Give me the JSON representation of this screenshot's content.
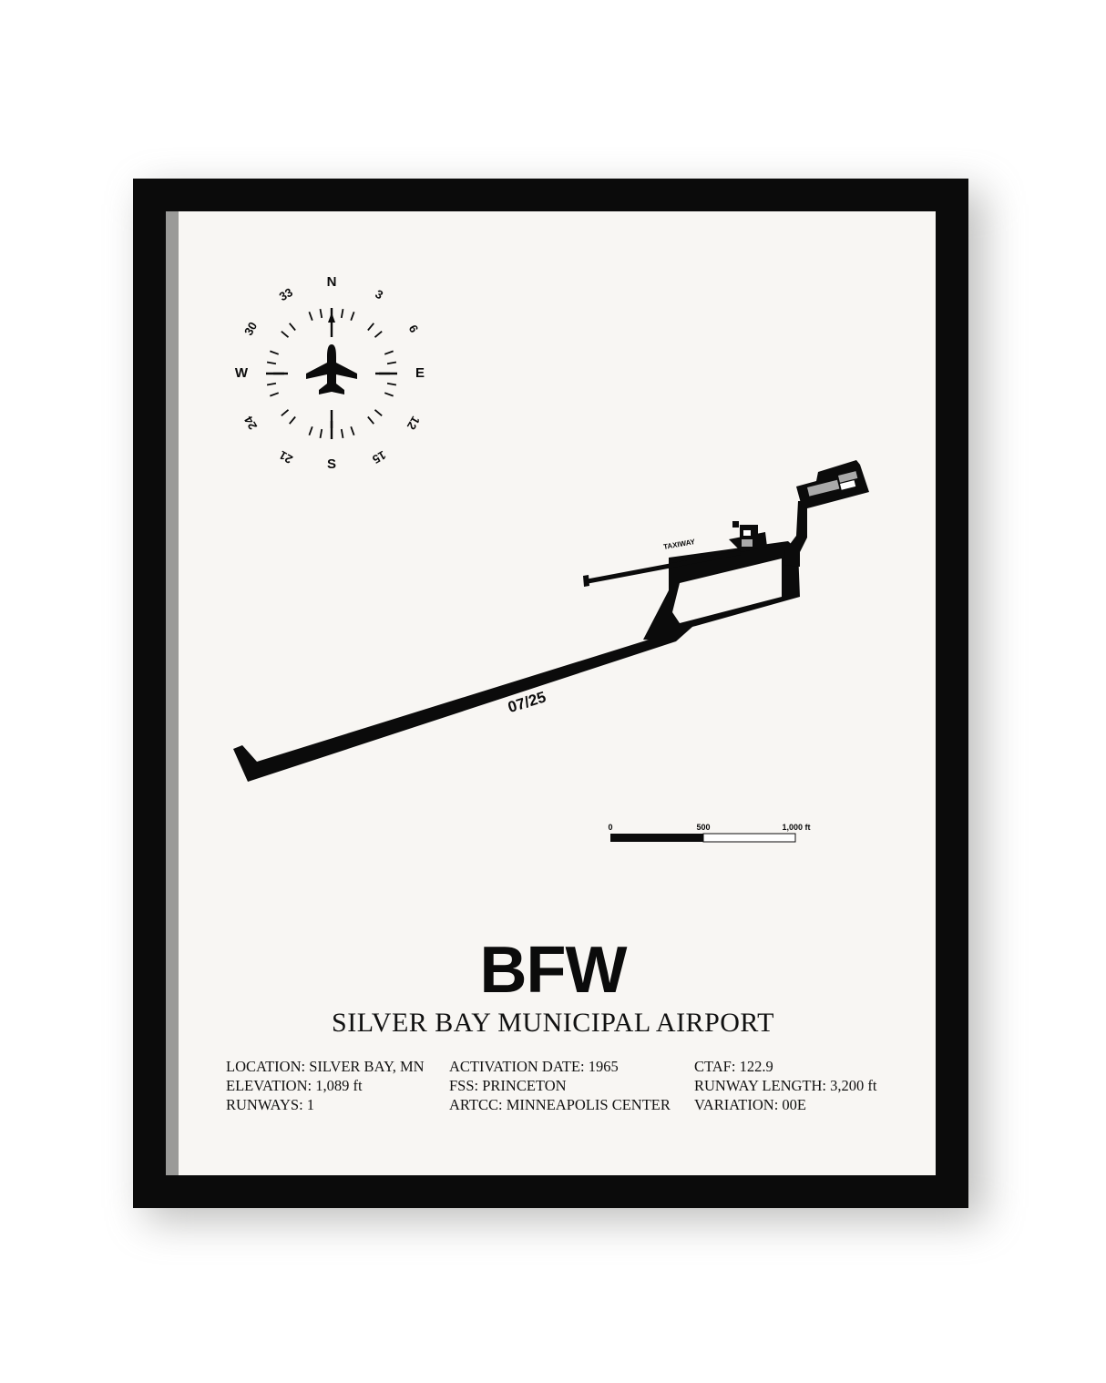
{
  "airport": {
    "code": "BFW",
    "name": "SILVER BAY MUNICIPAL AIRPORT"
  },
  "diagram": {
    "runway_label": "07/25",
    "taxiway_label": "TAXIWAY"
  },
  "compass": {
    "cardinals": [
      "N",
      "E",
      "S",
      "W"
    ],
    "headings": [
      "3",
      "6",
      "12",
      "15",
      "21",
      "24",
      "30",
      "33"
    ]
  },
  "scale_bar": {
    "labels": [
      "0",
      "500",
      "1,000 ft"
    ]
  },
  "info": {
    "col1": [
      "LOCATION: SILVER BAY, MN",
      "ELEVATION: 1,089 ft",
      "RUNWAYS: 1"
    ],
    "col2": [
      "ACTIVATION DATE: 1965",
      "FSS: PRINCETON",
      "ARTCC: MINNEAPOLIS CENTER"
    ],
    "col3": [
      "CTAF: 122.9",
      "RUNWAY LENGTH: 3,200 ft",
      "VARIATION: 00E"
    ]
  },
  "colors": {
    "frame": "#0b0b0b",
    "paper": "#f8f6f3",
    "ink": "#0b0b0b",
    "apron_gray": "#a9a9a9"
  }
}
